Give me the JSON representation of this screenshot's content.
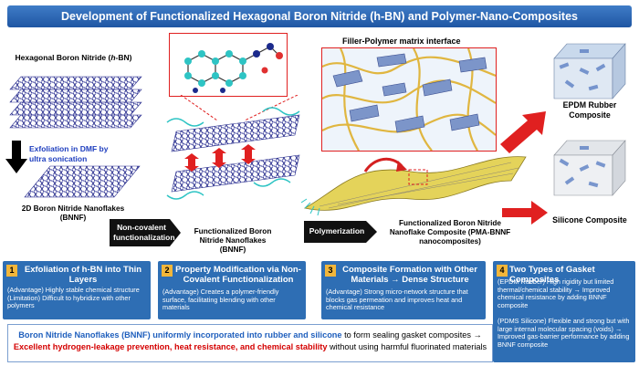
{
  "title": "Development of Functionalized Hexagonal Boron Nitride (h-BN) and Polymer-Nano-Composites",
  "hbn_label_prefix": "Hexagonal Boron Nitride (",
  "hbn_label_italic": "h",
  "hbn_label_suffix": "-BN)",
  "exfoliation_label": "Exfoliation in DMF by ultra sonication",
  "bnnf_label": "2D Boron Nitride Nanoflakes (BNNF)",
  "noncovalent_arrow": "Non-covalent functionalization",
  "functionalized_bnnf_label": "Functionalized Boron Nitride Nanoflakes (BNNF)",
  "filler_title": "Filler-Polymer matrix interface",
  "polymerization_arrow": "Polymerization",
  "composite_label": "Functionalized Boron Nitride Nanoflake Composite (PMA-BNNF nanocomposites)",
  "epdm_label": "EPDM Rubber Composite",
  "silicone_label": "Silicone Composite",
  "steps": [
    {
      "num": "1",
      "head": "Exfoliation of h-BN into Thin Layers",
      "body": "(Advantage) Highly stable chemical structure (Limitation) Difficult to hybridize with other polymers"
    },
    {
      "num": "2",
      "head": "Property Modification via Non-Covalent Functionalization",
      "body": "(Advantage) Creates a polymer-friendly surface, facilitating blending with other materials"
    },
    {
      "num": "3",
      "head": "Composite Formation with Other Materials → Dense Structure",
      "body": "(Advantage) Strong micro-network structure that blocks gas permeation and improves heat and chemical resistance"
    },
    {
      "num": "4",
      "head": "Two Types of Gasket Composites",
      "body1": "(EPDM Rubber) High rigidity but limited thermal/chemical stability → Improved chemical resistance by adding BNNF composite",
      "body2": "(PDMS Silicone) Flexible and strong but with large internal molecular spacing (voids) → Improved gas-barrier performance by adding BNNF composite"
    }
  ],
  "bottom": {
    "line1_blue": "Boron Nitride Nanoflakes (BNNF) uniformly incorporated into rubber and silicone",
    "line1_black": " to form sealing gasket composites →",
    "line2_red": "Excellent hydrogen-leakage prevention, heat resistance, and chemical stability",
    "line2_black": " without using harmful fluorinated materials"
  },
  "colors": {
    "title_bg": "#2a62ad",
    "step_bg": "#2e6eb4",
    "num_bg": "#f2b63a",
    "accent_red": "#d40000",
    "accent_blue": "#1f5fbd"
  }
}
